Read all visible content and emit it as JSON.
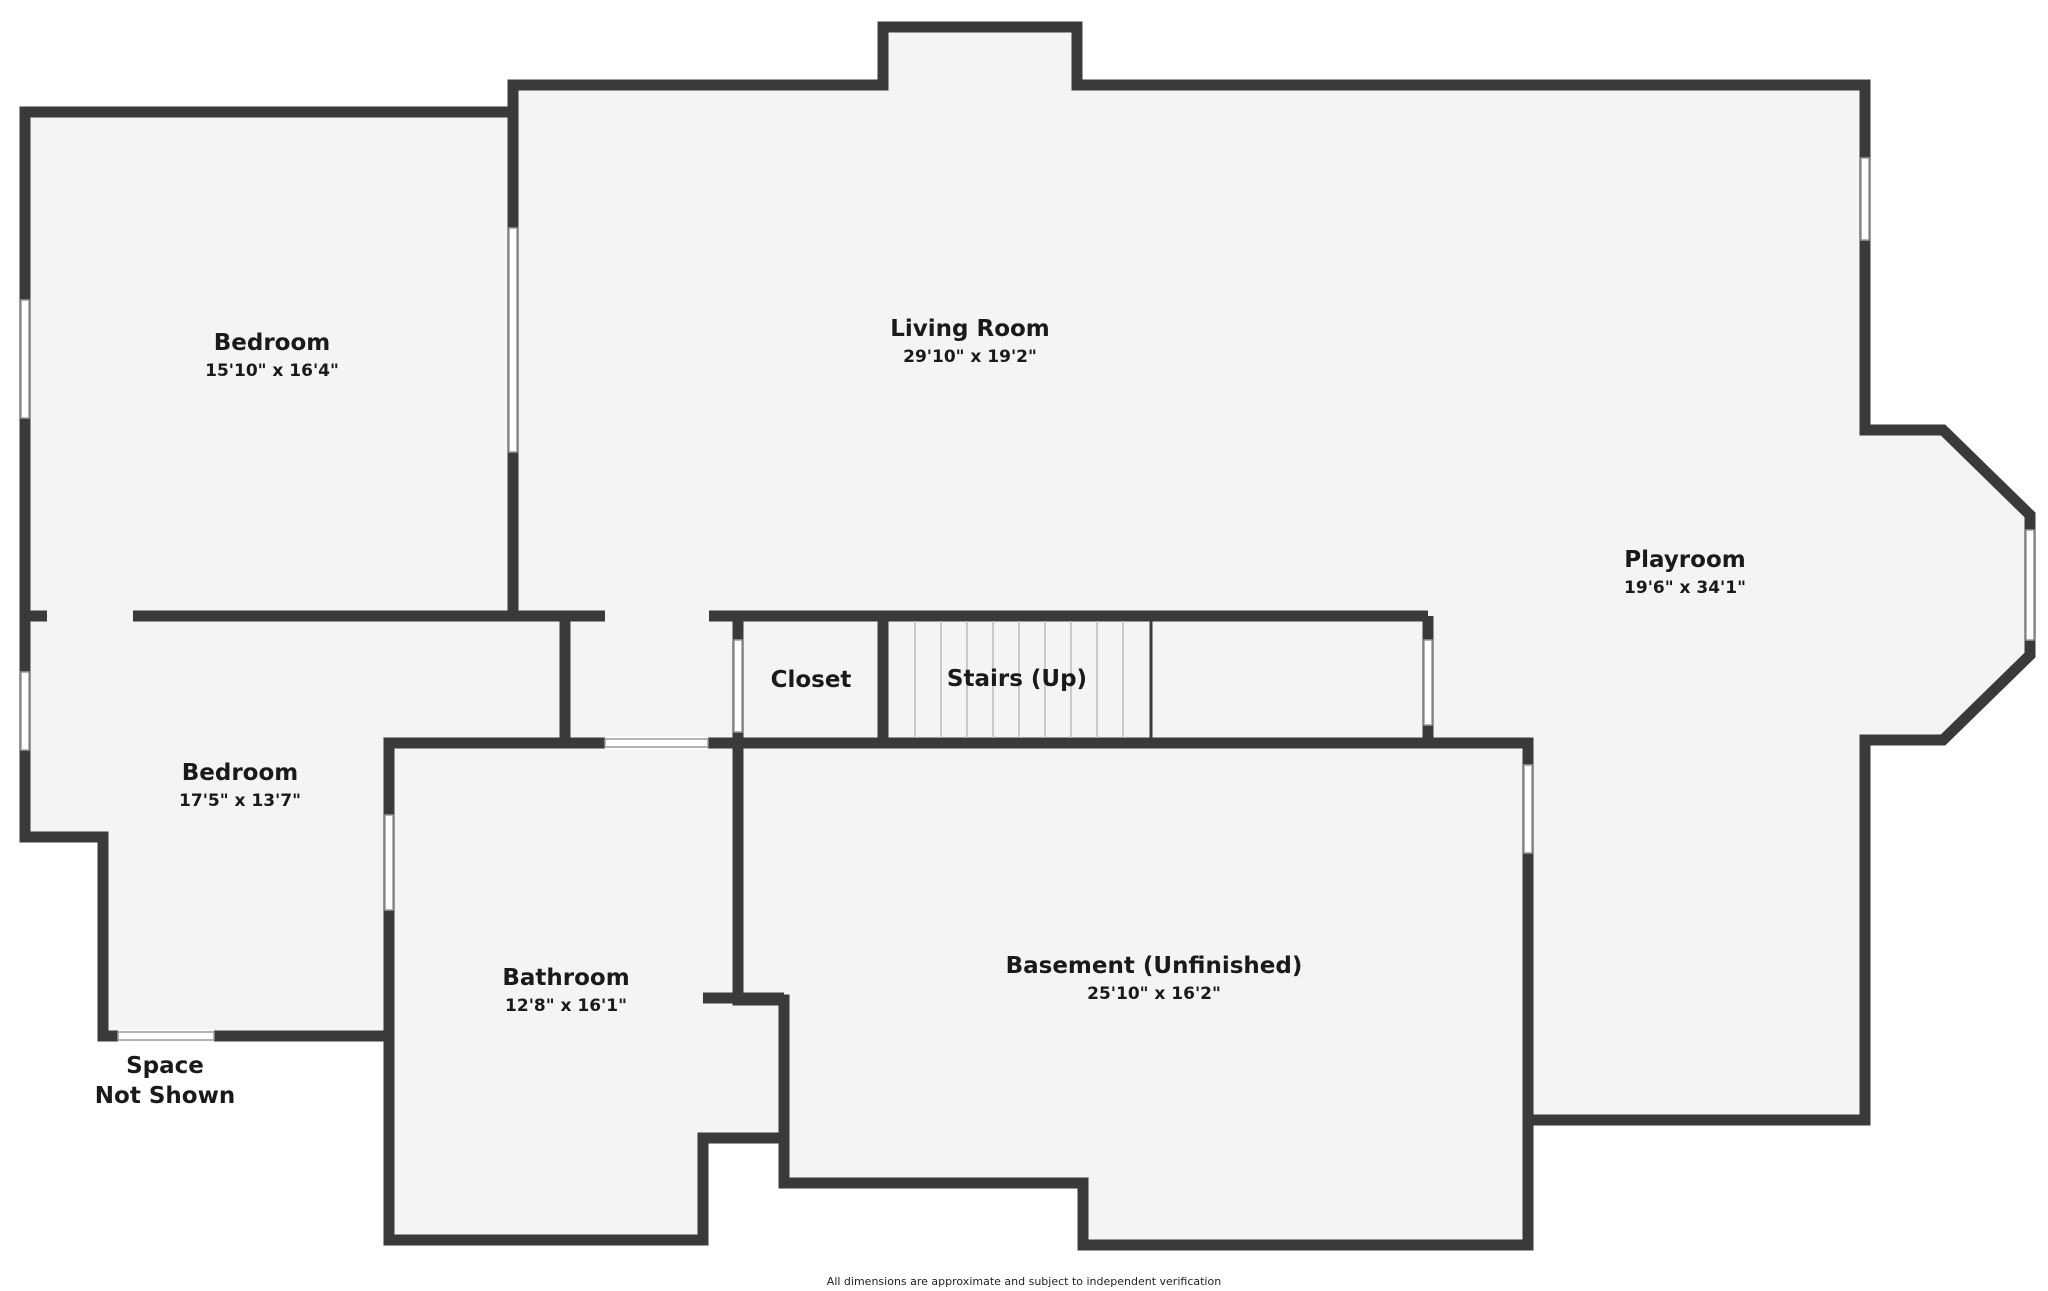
{
  "rooms": {
    "bedroom_upper": {
      "name": "Bedroom",
      "dimensions": "15'10\" x 16'4\""
    },
    "living_room": {
      "name": "Living Room",
      "dimensions": "29'10\" x 19'2\""
    },
    "playroom": {
      "name": "Playroom",
      "dimensions": "19'6\" x 34'1\""
    },
    "bedroom_lower": {
      "name": "Bedroom",
      "dimensions": "17'5\" x 13'7\""
    },
    "closet": {
      "name": "Closet"
    },
    "stairs": {
      "name": "Stairs (Up)"
    },
    "bathroom": {
      "name": "Bathroom",
      "dimensions": "12'8\" x 16'1\""
    },
    "basement": {
      "name": "Basement (Unfinished)",
      "dimensions": "25'10\" x 16'2\""
    }
  },
  "space_not_shown": {
    "line1": "Space",
    "line2": "Not Shown"
  },
  "disclaimer": "All dimensions are approximate and subject to independent verification"
}
